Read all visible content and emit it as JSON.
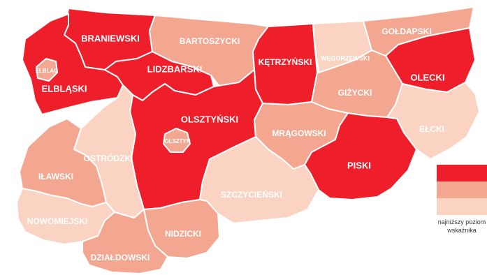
{
  "colors": {
    "high": "#ee1f2b",
    "mid": "#f3a791",
    "low": "#fbd3c2",
    "border": "#ffffff",
    "label": "#ffffff"
  },
  "regions": [
    {
      "id": "braniewski",
      "name": "BRANIEWSKI",
      "level": "high"
    },
    {
      "id": "bartoszycki",
      "name": "BARTOSZYCKI",
      "level": "mid"
    },
    {
      "id": "ketrzynski",
      "name": "KĘTRZYŃSKI",
      "level": "high"
    },
    {
      "id": "wegorzewski",
      "name": "WĘGORZEWSKI",
      "level": "low"
    },
    {
      "id": "goldapski",
      "name": "GOŁDAPSKI",
      "level": "mid"
    },
    {
      "id": "olecki",
      "name": "OLECKI",
      "level": "high"
    },
    {
      "id": "elblaski",
      "name": "ELBLĄSKI",
      "level": "high"
    },
    {
      "id": "elblag",
      "name": "ELBLĄG",
      "level": "mid"
    },
    {
      "id": "lidzbarski",
      "name": "LIDZBARSKI",
      "level": "high"
    },
    {
      "id": "gizycki",
      "name": "GIŻYCKI",
      "level": "mid"
    },
    {
      "id": "elcki",
      "name": "EŁCKI",
      "level": "low"
    },
    {
      "id": "olsztynski",
      "name": "OLSZTYŃSKI",
      "level": "high"
    },
    {
      "id": "olsztyn",
      "name": "OLSZTYN",
      "level": "mid"
    },
    {
      "id": "ostrodzki",
      "name": "OSTRÓDZKI",
      "level": "low"
    },
    {
      "id": "mragowski",
      "name": "MRĄGOWSKI",
      "level": "mid"
    },
    {
      "id": "piski",
      "name": "PISKI",
      "level": "high"
    },
    {
      "id": "ilawski",
      "name": "IŁAWSKI",
      "level": "mid"
    },
    {
      "id": "szczycienski",
      "name": "SZCZYCIEŃSKI",
      "level": "low"
    },
    {
      "id": "nowomiejski",
      "name": "NOWOMIEJSKI",
      "level": "low"
    },
    {
      "id": "nidzicki",
      "name": "NIDZICKI",
      "level": "mid"
    },
    {
      "id": "dzialdowski",
      "name": "DZIAŁDOWSKI",
      "level": "mid"
    }
  ],
  "legend": {
    "levels": [
      "high",
      "mid",
      "low"
    ],
    "caption_lines": [
      "najniższy poziom",
      "wskaźnika"
    ]
  }
}
